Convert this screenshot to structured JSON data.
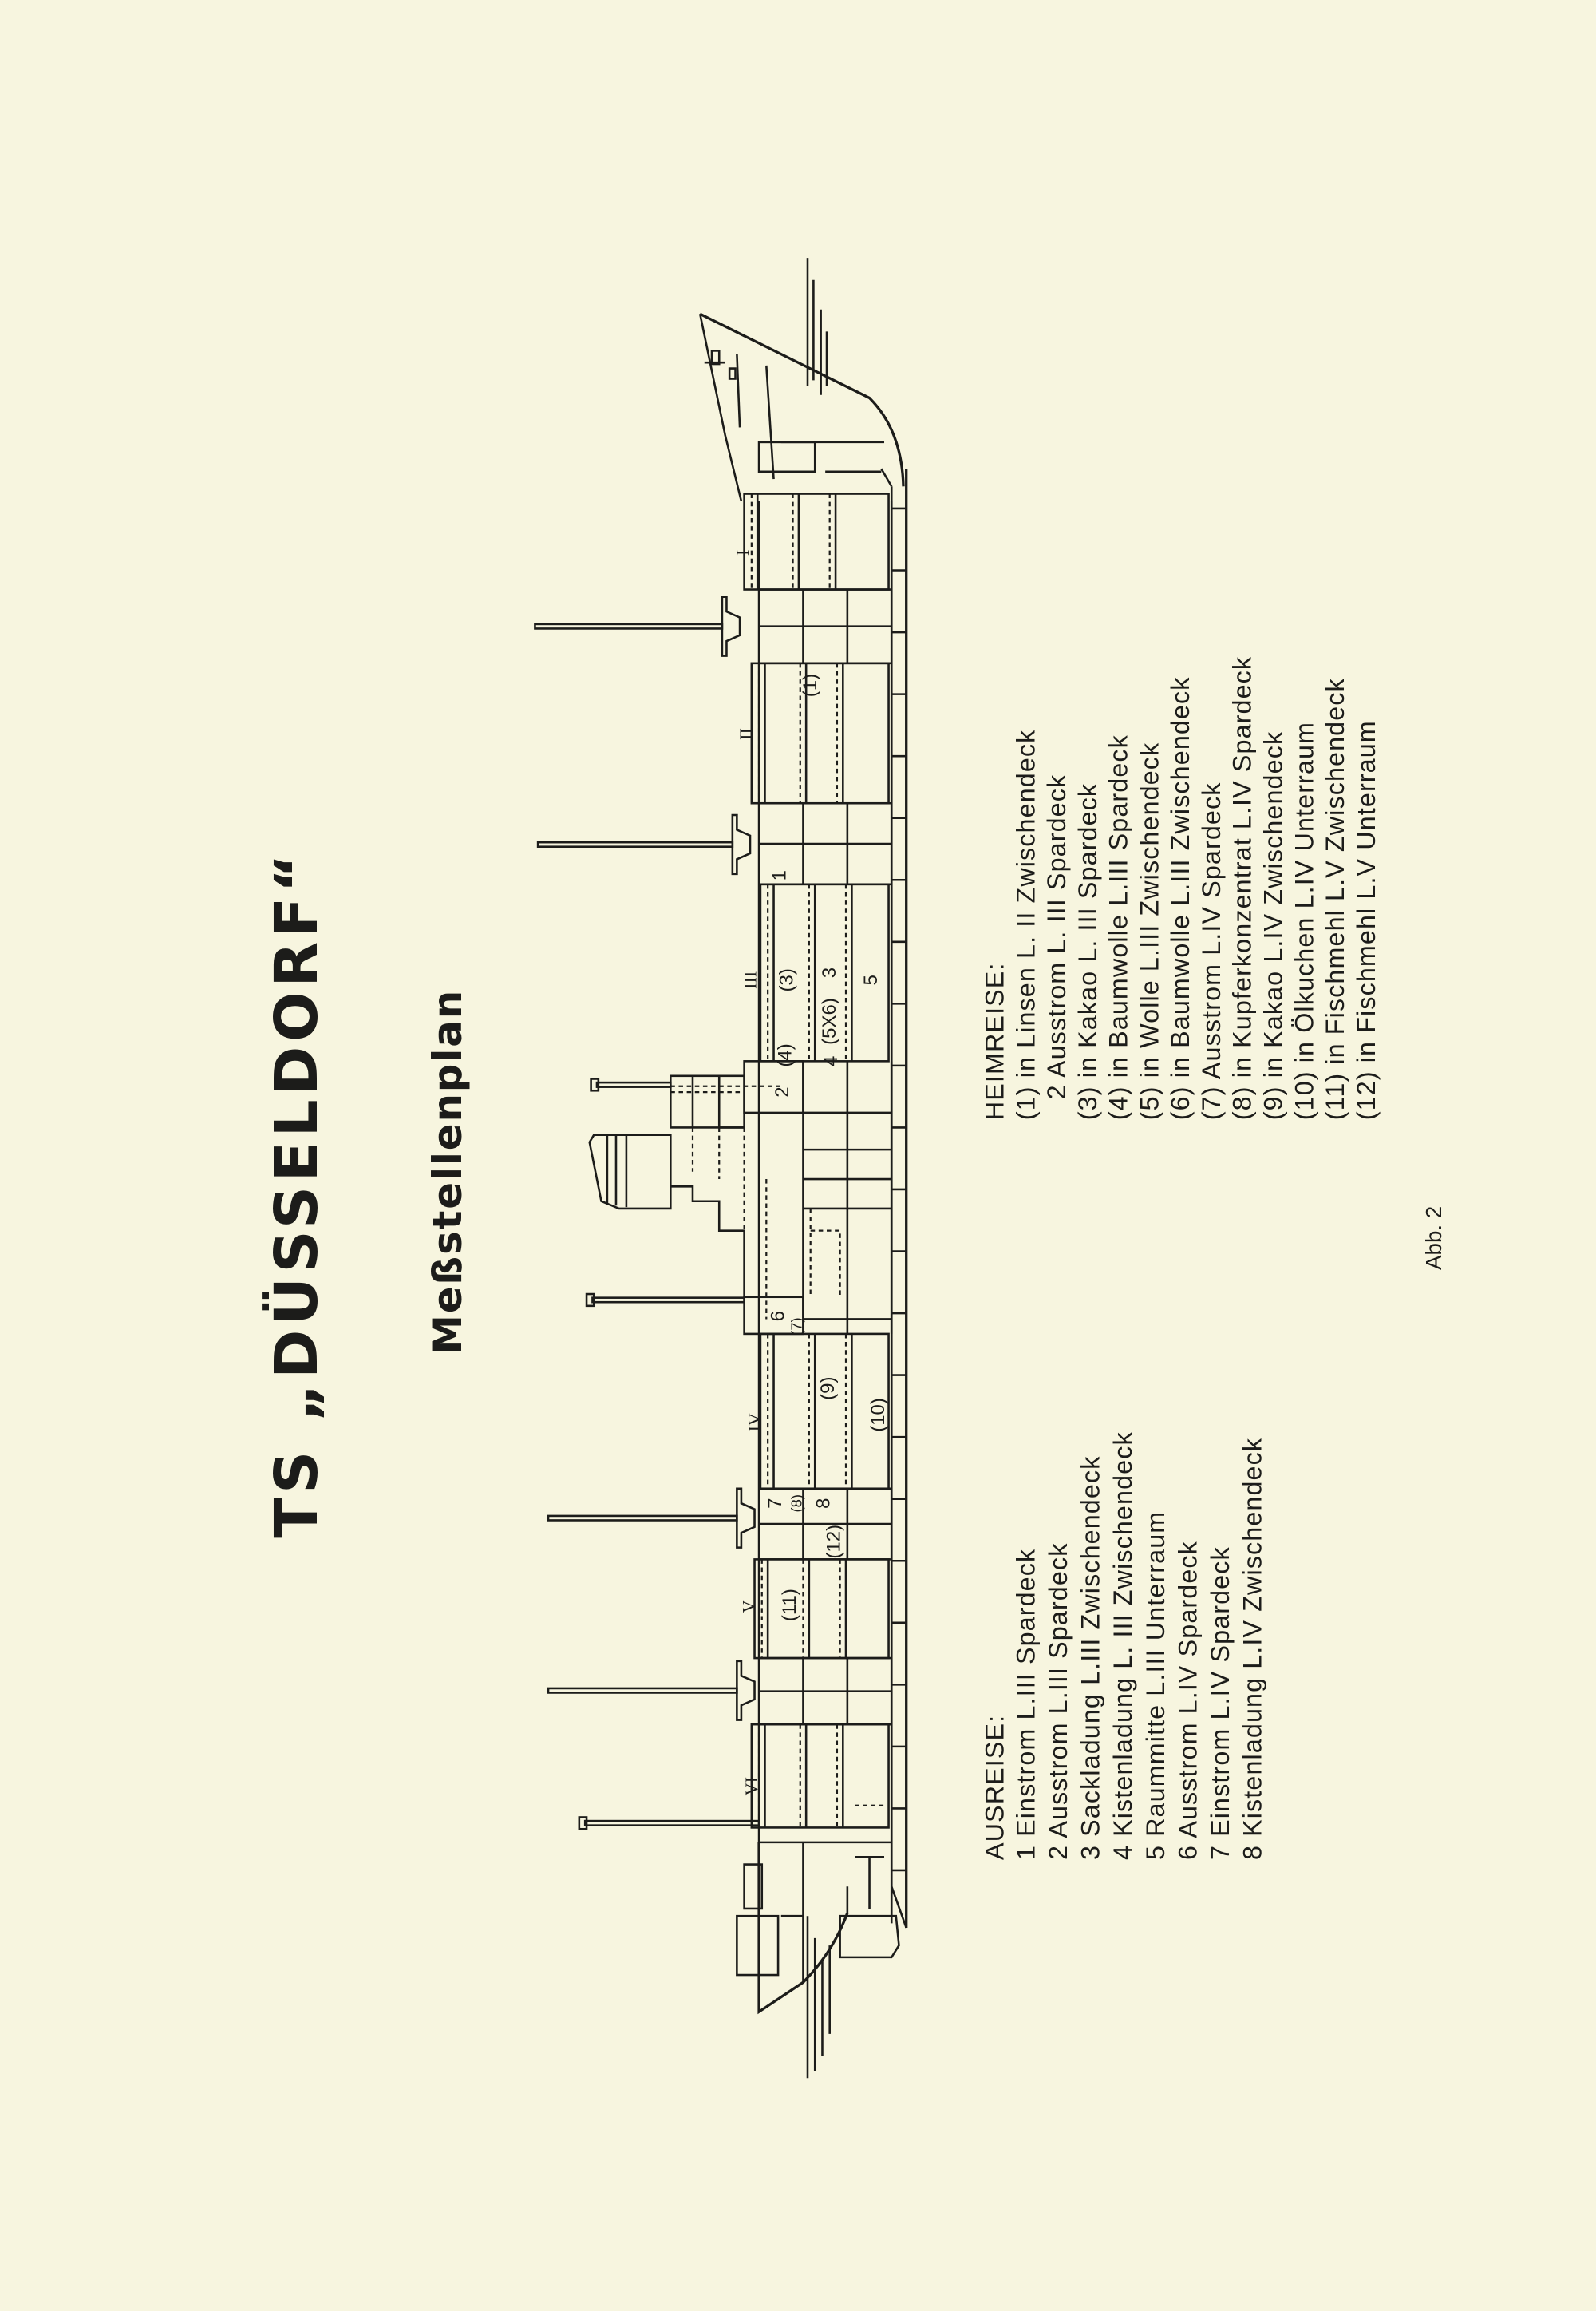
{
  "title": "TS „DÜSSELDORF“",
  "subtitle": "Meßstellenplan",
  "figure_label": "Abb. 2",
  "heimreise": {
    "header": "HEIMREISE:",
    "items": [
      "(1) in Linsen L. II Zwischendeck",
      "2 Ausstrom L. III Spardeck",
      "(3) in Kakao L. III Spardeck",
      "(4) in Baumwolle L.III Spardeck",
      "(5) in Wolle L.III Zwischendeck",
      "(6) in Baumwolle L.III Zwischendeck",
      "(7) Ausstrom L.IV Spardeck",
      "(8) in Kupferkonzentrat L.IV Spardeck",
      "(9) in Kakao L.IV Zwischendeck",
      "(10) in Ölkuchen L.IV Unterraum",
      "(11) in Fischmehl L.V Zwischendeck",
      "(12) in Fischmehl L.V Unterraum"
    ]
  },
  "ausreise": {
    "header": "AUSREISE:",
    "items": [
      "1 Einstrom L.III Spardeck",
      "2 Ausstrom L.III Spardeck",
      "3 Sackladung L.III Zwischendeck",
      "4 Kistenladung L. III Zwischendeck",
      "5 Raummitte L.III Unterraum",
      "6 Ausstrom L.IV Spardeck",
      "7 Einstrom L.IV Spardeck",
      "8 Kistenladung L.IV Zwischendeck"
    ]
  },
  "diagram": {
    "holds": [
      "I",
      "II",
      "III",
      "IV",
      "V",
      "VI"
    ],
    "points": [
      "(1)",
      "1",
      "(3)",
      "3",
      "(4)",
      "2",
      "4",
      "(5X6)",
      "5",
      "6",
      "(7)",
      "(9)",
      "(10)",
      "7",
      "(8)",
      "8",
      "(12)",
      "(11)"
    ]
  }
}
